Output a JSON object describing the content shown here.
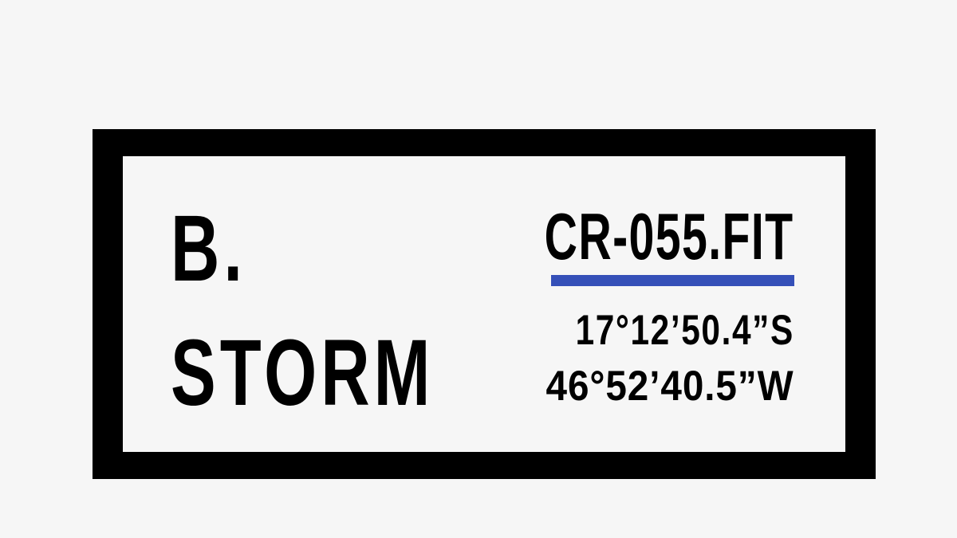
{
  "colors": {
    "frame": "#000000",
    "background": "#f6f6f6",
    "accent_bar": "#3550b8"
  },
  "name": {
    "line1": "B.",
    "line2": "STORM"
  },
  "code": "CR-055.FIT",
  "coordinates": {
    "latitude": "17°12’50.4”S",
    "longitude": "46°52’40.5”W"
  }
}
